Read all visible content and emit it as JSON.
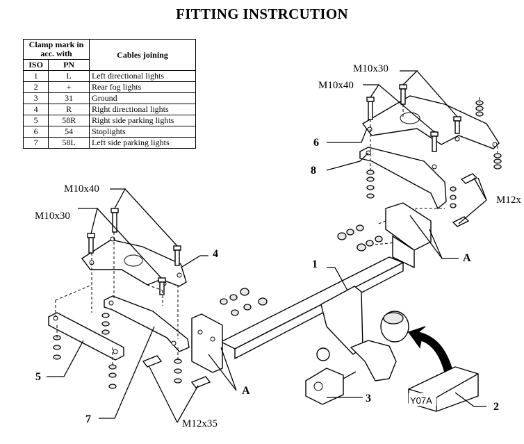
{
  "title": "FITTING INSTRCUTION",
  "table": {
    "header_clamp": "Clamp mark in acc. with",
    "header_cables": "Cables joining",
    "col_iso": "ISO",
    "col_pn": "PN",
    "rows": [
      {
        "iso": "1",
        "pn": "L",
        "desc": "Left directional lights"
      },
      {
        "iso": "2",
        "pn": "+",
        "desc": "Rear fog lights"
      },
      {
        "iso": "3",
        "pn": "31",
        "desc": "Ground"
      },
      {
        "iso": "4",
        "pn": "R",
        "desc": "Right directional lights"
      },
      {
        "iso": "5",
        "pn": "58R",
        "desc": "Right side parking lights"
      },
      {
        "iso": "6",
        "pn": "54",
        "desc": "Stoplights"
      },
      {
        "iso": "7",
        "pn": "58L",
        "desc": "Left side parking lights"
      }
    ]
  },
  "labels": {
    "bolt_m10x30_top": "M10x30",
    "bolt_m10x40_top": "M10x40",
    "bolt_m12_right": "M12x",
    "bolt_m10x40_left": "M10x40",
    "bolt_m10x30_left": "M10x30",
    "bolt_m12x35": "M12x35",
    "point_a_right": "A",
    "point_a_bottom": "A",
    "part_1": "1",
    "part_2": "2",
    "part_3": "3",
    "part_4": "4",
    "part_5": "5",
    "part_6": "6",
    "part_7": "7",
    "part_8": "8",
    "box_code": "Y07A"
  }
}
